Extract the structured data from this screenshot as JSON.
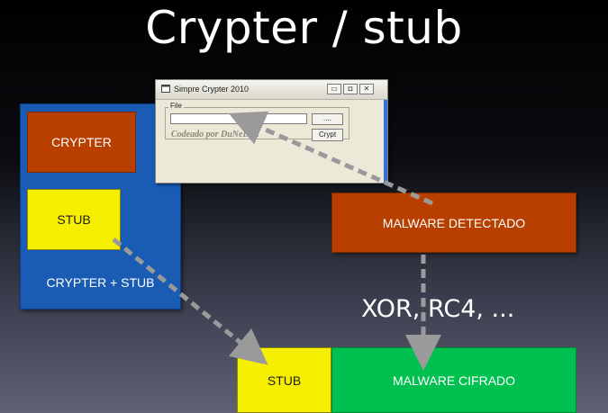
{
  "title": "Crypter / stub",
  "left_panel": {
    "crypter_label": "CRYPTER",
    "stub_label": "STUB",
    "container_label": "CRYPTER + STUB"
  },
  "right_panel": {
    "detected_label": "MALWARE DETECTADO",
    "algorithms_label": "XOR, RC4, ...",
    "stub_label": "STUB",
    "encrypted_label": "MALWARE CIFRADO"
  },
  "dialog": {
    "window_title": "Simpre Crypter 2010",
    "minimize_glyph": "▭",
    "maximize_glyph": "◘",
    "close_glyph": "✕",
    "group_label": "File",
    "file_input_value": "",
    "browse_label": "....",
    "credit_text": "Codeado por DuNeD@i",
    "crypt_label": "Crypt",
    "window_icon": "window-icon"
  },
  "colors": {
    "crypter": "#b83f00",
    "stub": "#f7ef00",
    "container": "#1a5bb3",
    "encrypted": "#00c04f",
    "arrow": "#9a9a9a"
  }
}
